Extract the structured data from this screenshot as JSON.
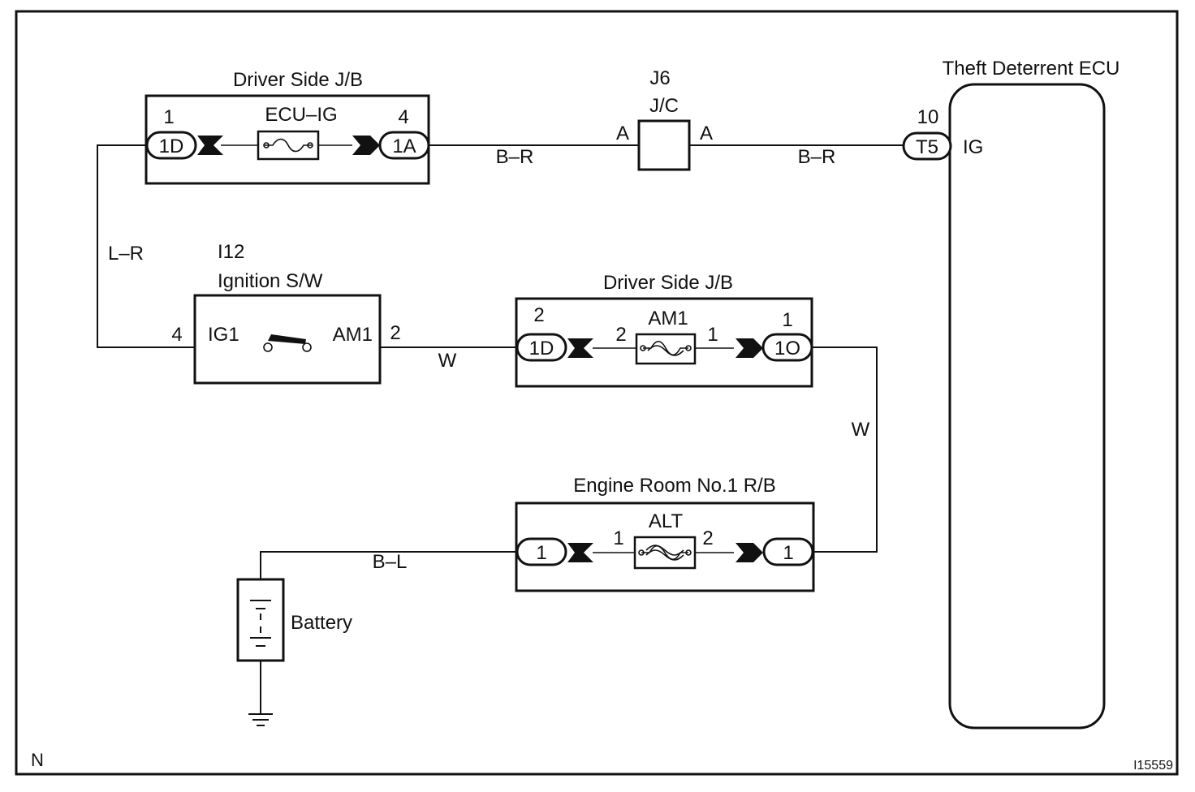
{
  "frame": {
    "corner_left": "N",
    "corner_right": "I15559"
  },
  "ecu": {
    "title": "Theft Deterrent ECU",
    "connector": "T5",
    "pin": "10",
    "terminal": "IG"
  },
  "jb_top": {
    "title": "Driver Side J/B",
    "fuse": "ECU–IG",
    "left_conn": "1D",
    "left_pin": "1",
    "right_conn": "1A",
    "right_pin": "4"
  },
  "jc": {
    "id": "J6",
    "name": "J/C",
    "left_term": "A",
    "right_term": "A"
  },
  "ignition": {
    "id": "I12",
    "name": "Ignition S/W",
    "left_term": "IG1",
    "right_term": "AM1",
    "left_pin": "4",
    "right_pin": "2"
  },
  "jb_mid": {
    "title": "Driver Side J/B",
    "fuse": "AM1",
    "left_conn": "1D",
    "left_pin": "2",
    "right_conn": "1O",
    "right_pin": "1",
    "fuse_left_pin": "2",
    "fuse_right_pin": "1"
  },
  "rb": {
    "title": "Engine Room No.1 R/B",
    "fuse": "ALT",
    "left_conn": "1",
    "right_conn": "1",
    "fuse_left_pin": "1",
    "fuse_right_pin": "2"
  },
  "battery": {
    "label": "Battery"
  },
  "wires": {
    "jb_to_jc": "B–R",
    "jc_to_ecu": "B–R",
    "jb_to_ign": "L–R",
    "ign_to_jb": "W",
    "jb_to_rb": "W",
    "rb_to_batt": "B–L"
  }
}
